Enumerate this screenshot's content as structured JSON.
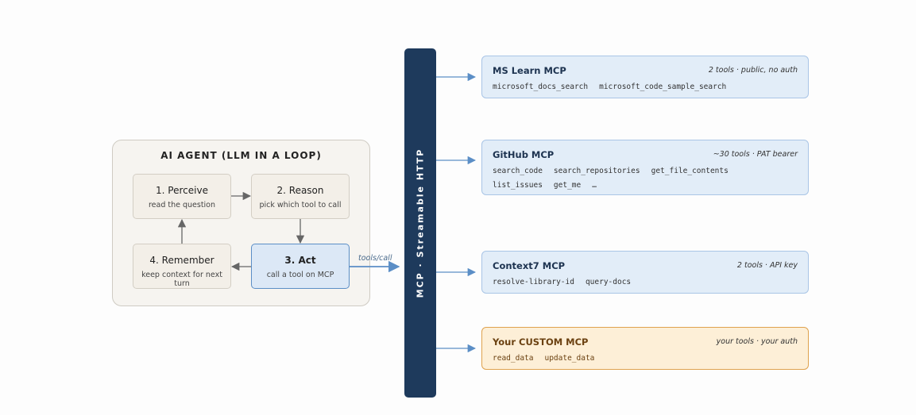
{
  "agent": {
    "title": "AI AGENT (LLM IN A LOOP)",
    "steps": [
      {
        "title": "1. Perceive",
        "subtitle": "read the question"
      },
      {
        "title": "2. Reason",
        "subtitle": "pick which tool to call"
      },
      {
        "title": "3. Act",
        "subtitle": "call a tool on MCP"
      },
      {
        "title": "4. Remember",
        "subtitle": "keep context for next turn"
      }
    ]
  },
  "edge_label": "tools/call",
  "bus": {
    "label": "MCP · Streamable HTTP"
  },
  "servers": [
    {
      "name": "MS Learn MCP",
      "meta": "2 tools · public, no auth",
      "tools": [
        "microsoft_docs_search",
        "microsoft_code_sample_search"
      ]
    },
    {
      "name": "GitHub MCP",
      "meta": "~30 tools · PAT bearer",
      "tools": [
        "search_code",
        "search_repositories",
        "get_file_contents",
        "list_issues",
        "get_me",
        "…"
      ]
    },
    {
      "name": "Context7 MCP",
      "meta": "2 tools · API key",
      "tools": [
        "resolve-library-id",
        "query-docs"
      ]
    },
    {
      "name": "Your CUSTOM MCP",
      "meta": "your tools · your auth",
      "tools": [
        "read_data",
        "update_data"
      ]
    }
  ],
  "colors": {
    "bus": "#1e3a5c",
    "act_fill": "#dce8f6",
    "server_fill": "#e2edf8",
    "custom_fill": "#fdefd7",
    "custom_border": "#dfa24e",
    "arrow_blue": "#5b8ec6",
    "arrow_gray": "#666666"
  }
}
